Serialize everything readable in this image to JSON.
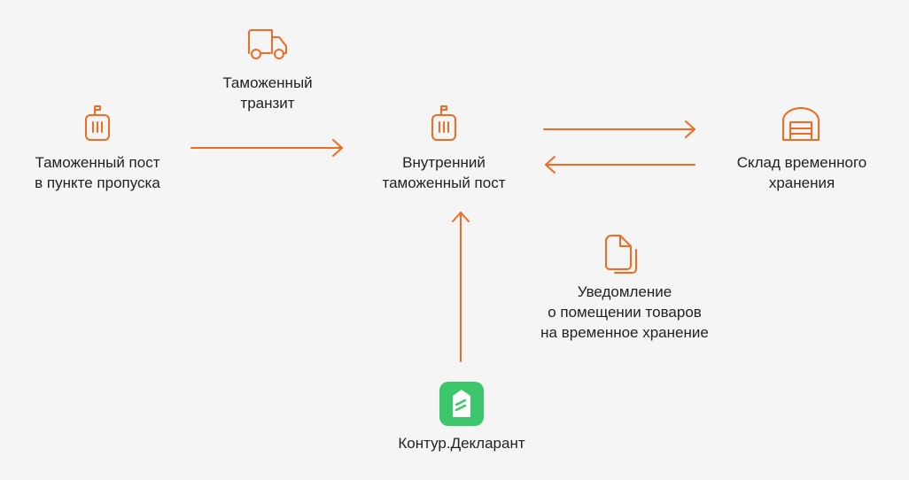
{
  "colors": {
    "accent": "#F26B21",
    "app_icon_bg": "#3CC76B",
    "text": "#222222",
    "background": "#F5F5F5"
  },
  "nodes": {
    "border_post": {
      "label": "Таможенный пост\nв пункте пропуска",
      "icon": "customs-post-icon"
    },
    "inner_post": {
      "label": "Внутренний\nтаможенный пост",
      "icon": "customs-post-icon"
    },
    "warehouse": {
      "label": "Склад временного\nхранения",
      "icon": "warehouse-icon"
    },
    "declarant": {
      "label": "Контур.Декларант",
      "icon": "kontur-declarant-app-icon"
    }
  },
  "edges": {
    "transit": {
      "label": "Таможенный\nтранзит",
      "icon": "truck-icon"
    },
    "notification": {
      "label": "Уведомление\nо помещении товаров\nна временное хранение",
      "icon": "documents-icon"
    }
  }
}
